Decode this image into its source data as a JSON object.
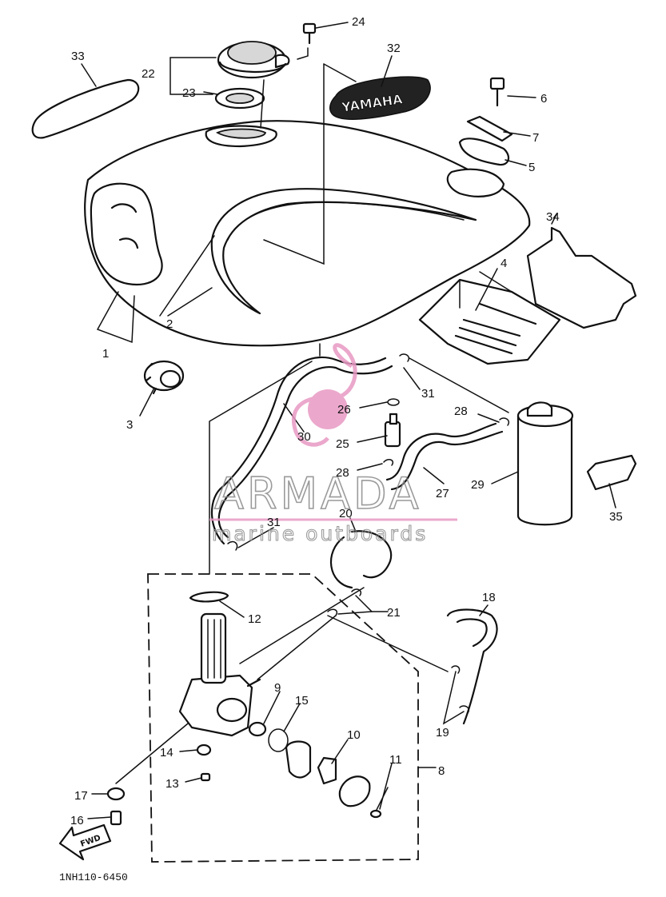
{
  "diagram_code": "1NH110-6450",
  "watermark": {
    "brand": "ARMADA",
    "tagline": "marine outboards",
    "accent_color": "#e89ac4",
    "outline_color": "#8a8a8a"
  },
  "emblem_text": "YAMAHA",
  "fwd_label": "FWD",
  "callouts": {
    "c1": "1",
    "c2": "2",
    "c3": "3",
    "c4": "4",
    "c5": "5",
    "c6": "6",
    "c7": "7",
    "c8": "8",
    "c9": "9",
    "c10": "10",
    "c11": "11",
    "c12": "12",
    "c13": "13",
    "c14": "14",
    "c15": "15",
    "c16": "16",
    "c17": "17",
    "c18": "18",
    "c19": "19",
    "c20": "20",
    "c21": "21",
    "c22": "22",
    "c23": "23",
    "c24": "24",
    "c25": "25",
    "c26": "26",
    "c27": "27",
    "c28a": "28",
    "c28b": "28",
    "c29": "29",
    "c30": "30",
    "c31a": "31",
    "c31b": "31",
    "c32": "32",
    "c33": "33",
    "c34": "34",
    "c35": "35"
  }
}
